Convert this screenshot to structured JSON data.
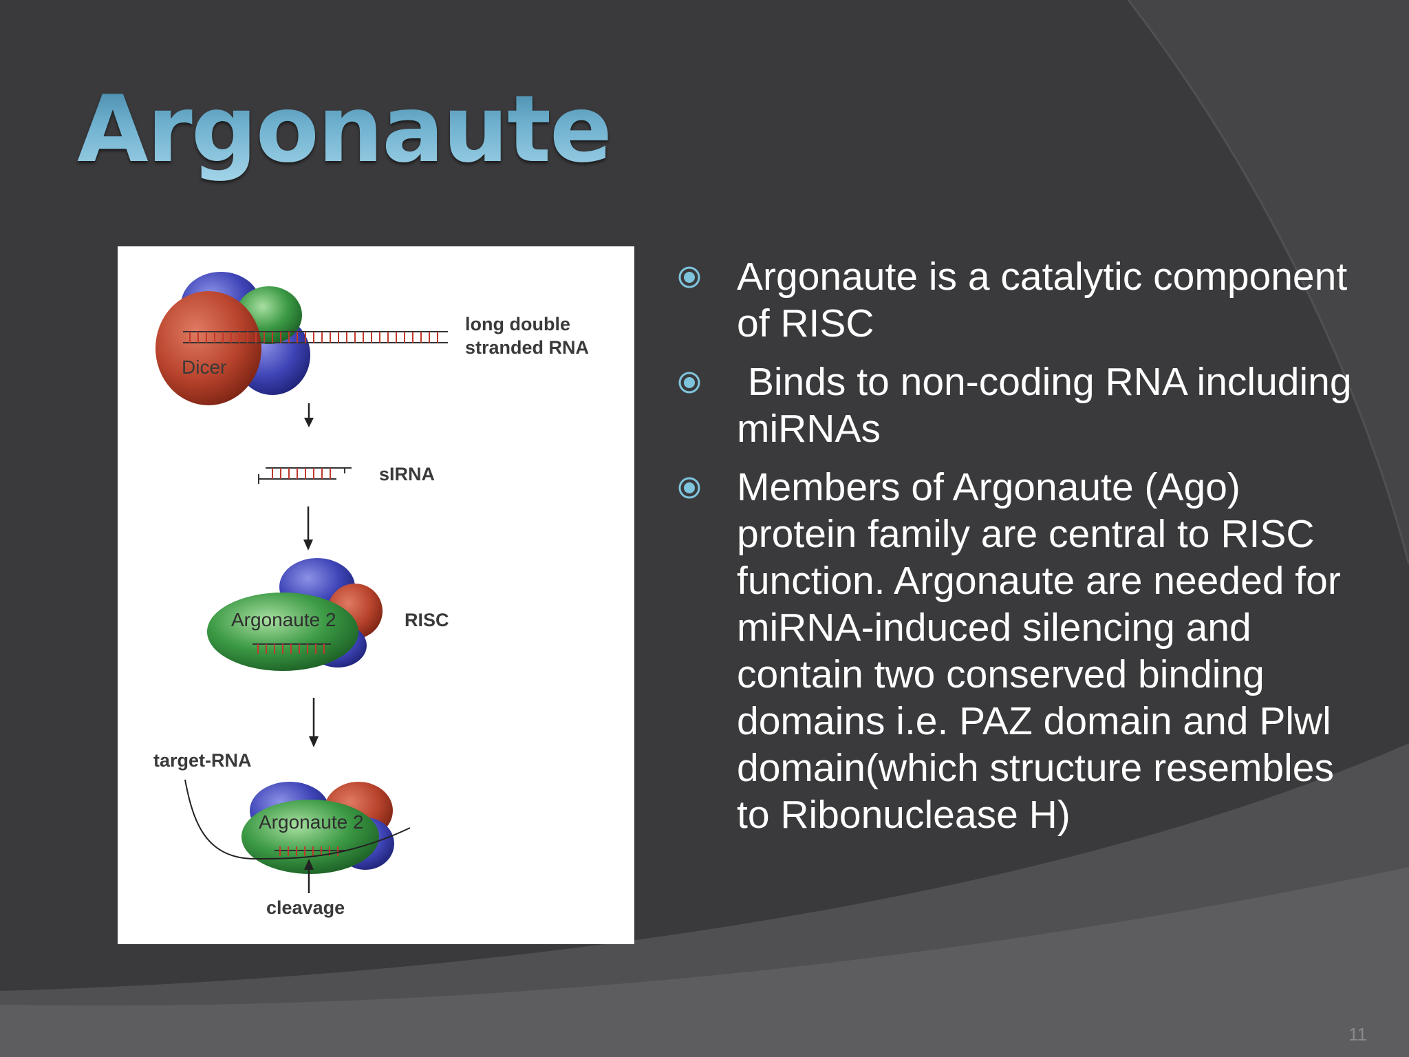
{
  "slide": {
    "title": "Argonaute",
    "page_number": "11"
  },
  "figure": {
    "labels": {
      "long_dsrna_line1": "long double",
      "long_dsrna_line2": "stranded RNA",
      "dicer": "Dicer",
      "sirna": "sIRNA",
      "argonaute_risc": "Argonaute 2",
      "risc": "RISC",
      "target_rna": "target-RNA",
      "argonaute_target": "Argonaute 2",
      "cleavage": "cleavage"
    }
  },
  "bullets": [
    {
      "text": "Argonaute is a catalytic component of RISC"
    },
    {
      "text": " Binds to non-coding RNA including miRNAs"
    },
    {
      "text": "Members of Argonaute (Ago) protein family are central to RISC function. Argonaute are needed for miRNA-induced silencing and contain two conserved binding domains i.e. PAZ domain and Plwl domain(which structure resembles to Ribonuclease H)"
    }
  ],
  "colors": {
    "background": "#3a3a3c",
    "bullet_icon": "#7fc4dd",
    "text": "#ffffff"
  }
}
